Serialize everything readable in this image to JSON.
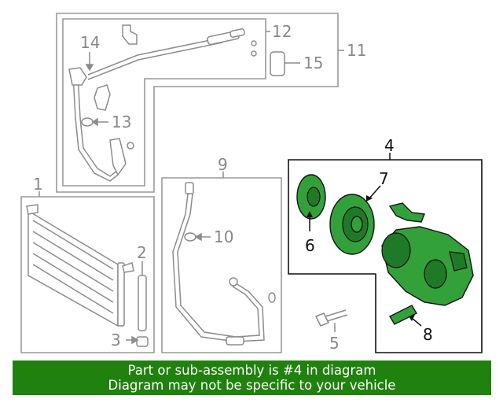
{
  "callouts": {
    "c1": "1",
    "c2": "2",
    "c3": "3",
    "c4": "4",
    "c5": "5",
    "c6": "6",
    "c7": "7",
    "c8": "8",
    "c9": "9",
    "c10": "10",
    "c11": "11",
    "c12": "12",
    "c13": "13",
    "c14": "14",
    "c15": "15"
  },
  "highlight": {
    "part_number": "4",
    "color": "#33a13a",
    "banner_color": "#21810f"
  },
  "banner": {
    "line1": "Part or sub-assembly is #4 in diagram",
    "line2": "Diagram may not be specific to your vehicle"
  }
}
